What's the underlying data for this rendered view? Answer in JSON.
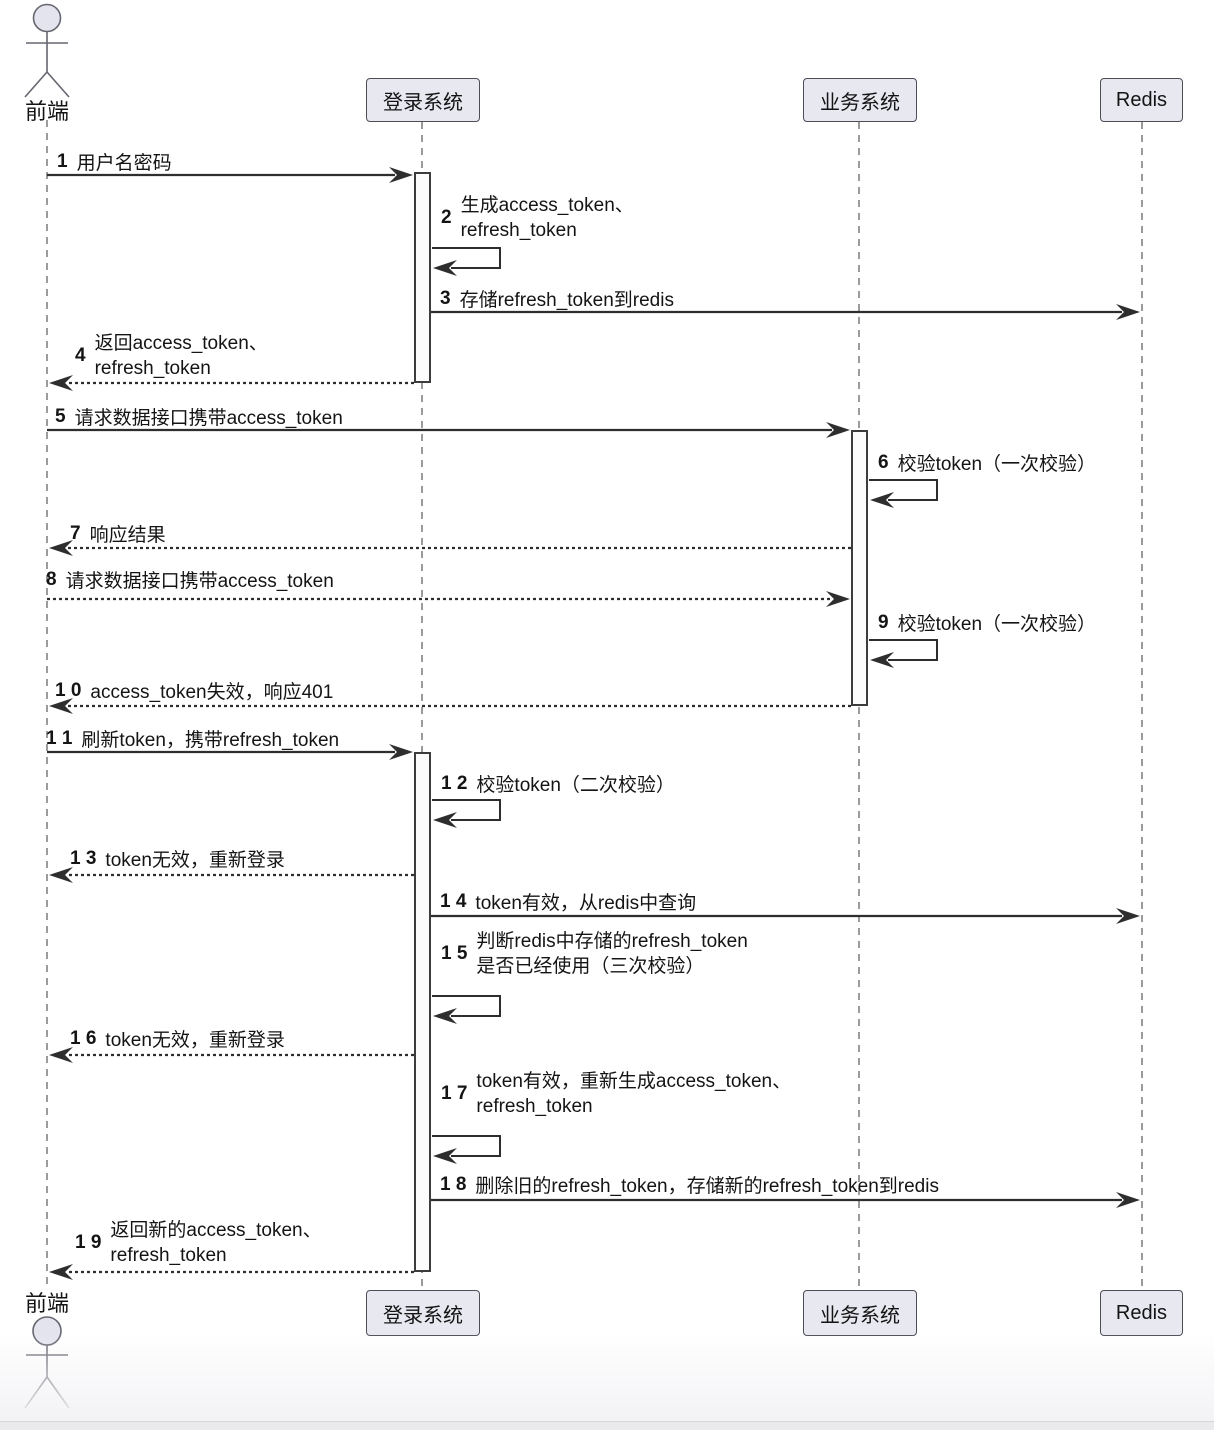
{
  "diagram": {
    "type": "sequence-diagram",
    "participants": [
      {
        "id": "frontend",
        "label": "前端",
        "shape": "actor"
      },
      {
        "id": "login",
        "label": "登录系统",
        "shape": "box"
      },
      {
        "id": "biz",
        "label": "业务系统",
        "shape": "box"
      },
      {
        "id": "redis",
        "label": "Redis",
        "shape": "box"
      }
    ],
    "messages": [
      {
        "num": "1",
        "text": "用户名密码",
        "from": "frontend",
        "to": "login",
        "style": "solid"
      },
      {
        "num": "2",
        "lines": [
          "生成access_token、",
          "refresh_token"
        ],
        "from": "login",
        "to": "login",
        "style": "self"
      },
      {
        "num": "3",
        "text": "存储refresh_token到redis",
        "from": "login",
        "to": "redis",
        "style": "solid"
      },
      {
        "num": "4",
        "lines": [
          "返回access_token、",
          "refresh_token"
        ],
        "from": "login",
        "to": "frontend",
        "style": "dashed"
      },
      {
        "num": "5",
        "text": "请求数据接口携带access_token",
        "from": "frontend",
        "to": "biz",
        "style": "solid"
      },
      {
        "num": "6",
        "text": "校验token（一次校验）",
        "from": "biz",
        "to": "biz",
        "style": "self"
      },
      {
        "num": "7",
        "text": "响应结果",
        "from": "biz",
        "to": "frontend",
        "style": "dashed"
      },
      {
        "num": "8",
        "text": "请求数据接口携带access_token",
        "from": "frontend",
        "to": "biz",
        "style": "dashed"
      },
      {
        "num": "9",
        "text": "校验token（一次校验）",
        "from": "biz",
        "to": "biz",
        "style": "self"
      },
      {
        "num": "1 0",
        "text": "access_token失效，响应401",
        "from": "biz",
        "to": "frontend",
        "style": "dashed"
      },
      {
        "num": "1 1",
        "text": "刷新token，携带refresh_token",
        "from": "frontend",
        "to": "login",
        "style": "solid"
      },
      {
        "num": "1 2",
        "text": "校验token（二次校验）",
        "from": "login",
        "to": "login",
        "style": "self"
      },
      {
        "num": "1 3",
        "text": "token无效，重新登录",
        "from": "login",
        "to": "frontend",
        "style": "dashed"
      },
      {
        "num": "1 4",
        "text": "token有效，从redis中查询",
        "from": "login",
        "to": "redis",
        "style": "solid"
      },
      {
        "num": "1 5",
        "lines": [
          "判断redis中存储的refresh_token",
          "是否已经使用（三次校验）"
        ],
        "from": "login",
        "to": "login",
        "style": "self"
      },
      {
        "num": "1 6",
        "text": "token无效，重新登录",
        "from": "login",
        "to": "frontend",
        "style": "dashed"
      },
      {
        "num": "1 7",
        "lines": [
          "token有效，重新生成access_token、",
          "refresh_token"
        ],
        "from": "login",
        "to": "login",
        "style": "self"
      },
      {
        "num": "1 8",
        "text": "删除旧的refresh_token，存储新的refresh_token到redis",
        "from": "login",
        "to": "redis",
        "style": "solid"
      },
      {
        "num": "1 9",
        "lines": [
          "返回新的access_token、",
          "refresh_token"
        ],
        "from": "login",
        "to": "frontend",
        "style": "dashed"
      }
    ],
    "colors": {
      "participant_fill": "#e8e8f1",
      "participant_border": "#4d4d58",
      "message_line": "#2e2e2e",
      "lifeline": "#8a8a8a",
      "text": "#141414",
      "activation_fill": "#fcfcfc",
      "activation_border": "#3c3c3c"
    }
  }
}
